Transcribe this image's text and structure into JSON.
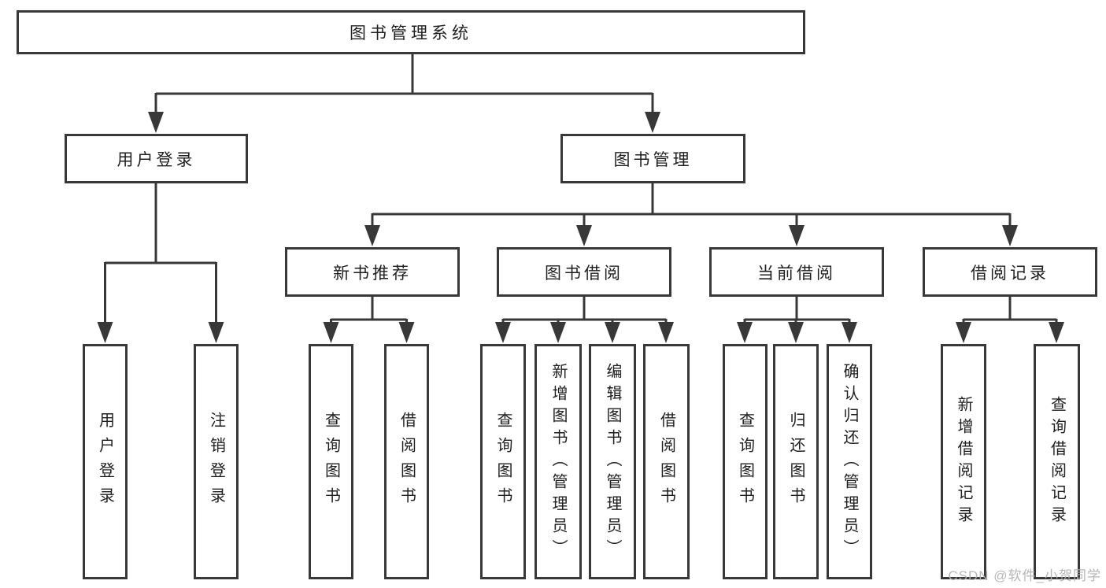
{
  "diagram": {
    "root": "图书管理系统",
    "branches": [
      {
        "label": "用户登录",
        "leaves": [
          "用户登录",
          "注销登录"
        ]
      },
      {
        "label": "图书管理",
        "groups": [
          {
            "label": "新书推荐",
            "leaves": [
              "查询图书",
              "借阅图书"
            ]
          },
          {
            "label": "图书借阅",
            "leaves": [
              "查询图书",
              "新增图书（管理员）",
              "编辑图书（管理员）",
              "借阅图书"
            ]
          },
          {
            "label": "当前借阅",
            "leaves": [
              "查询图书",
              "归还图书",
              "确认归还（管理员）"
            ]
          },
          {
            "label": "借阅记录",
            "leaves": [
              "新增借阅记录",
              "查询借阅记录"
            ]
          }
        ]
      }
    ]
  },
  "watermark": "CSDN @软件_小贺同学",
  "colors": {
    "line": "#383838",
    "text": "#1f1f1f",
    "background": "#ffffff",
    "watermark": "#b2b2b2"
  }
}
